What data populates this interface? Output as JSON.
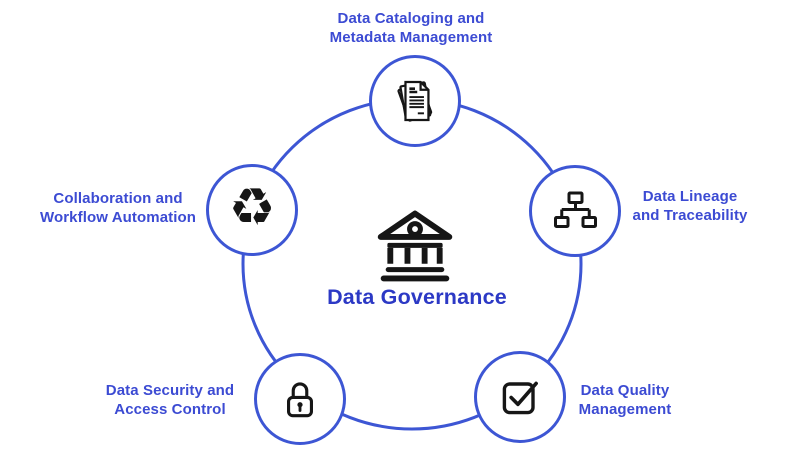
{
  "diagram": {
    "type": "cycle-diagram",
    "title": "Data Governance",
    "colors": {
      "ring_blue": "#3d56d4",
      "label_blue": "#3c4bd3",
      "title_blue": "#2c39c5",
      "icon_black": "#161616",
      "background": "#ffffff"
    },
    "center": {
      "icon": "bank-icon"
    },
    "nodes": [
      {
        "position": "top",
        "icon": "documents-icon",
        "label_line1": "Data Cataloging and",
        "label_line2": "Metadata Management"
      },
      {
        "position": "right",
        "icon": "hierarchy-icon",
        "label_line1": "Data Lineage",
        "label_line2": "and Traceability"
      },
      {
        "position": "bottom-right",
        "icon": "checkbox-icon",
        "label_line1": "Data Quality",
        "label_line2": "Management"
      },
      {
        "position": "bottom-left",
        "icon": "lock-icon",
        "label_line1": "Data Security and",
        "label_line2": "Access Control"
      },
      {
        "position": "left",
        "icon": "recycle-icon",
        "label_line1": "Collaboration and",
        "label_line2": "Workflow Automation"
      }
    ],
    "icons": {
      "recycle_glyph": "♻"
    }
  }
}
